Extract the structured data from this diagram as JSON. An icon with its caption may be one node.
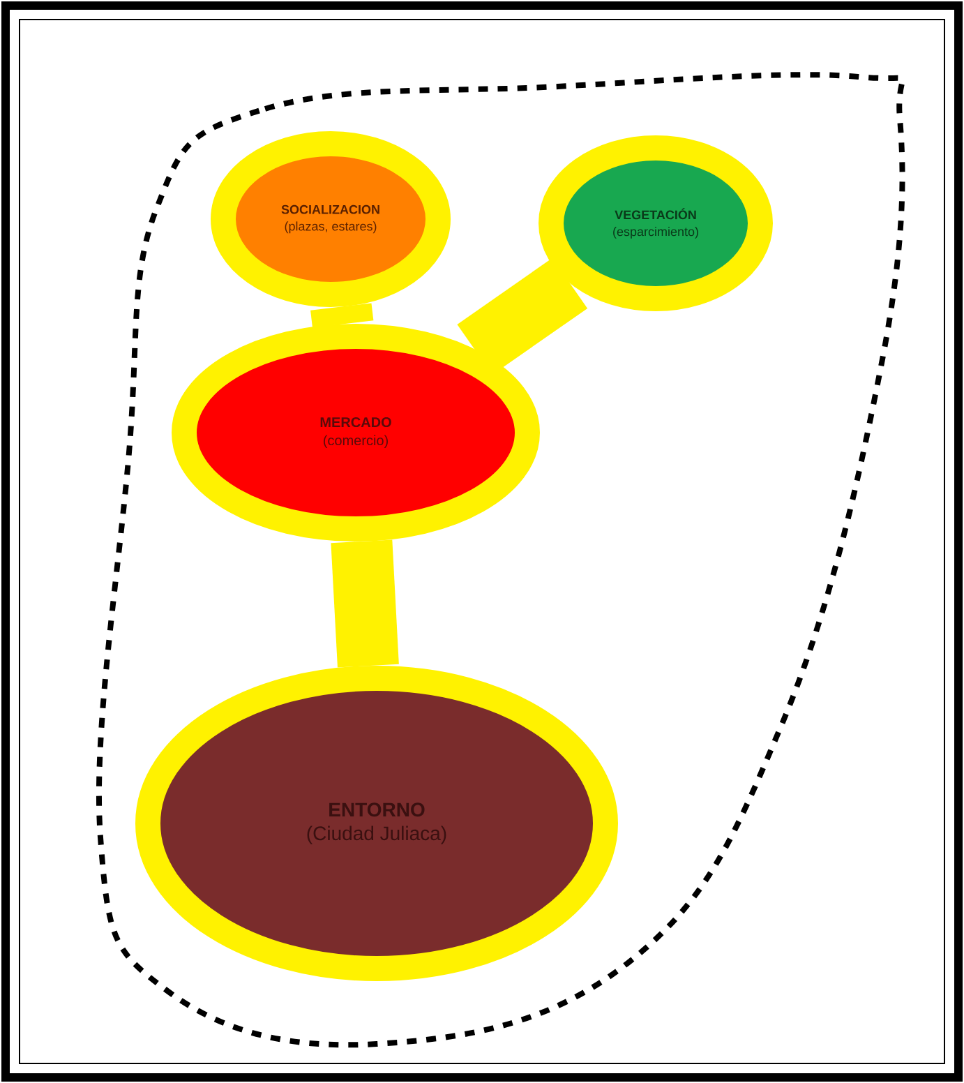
{
  "diagram": {
    "nodes": [
      {
        "text": [
          "SOCIALIZACION",
          "(plazas, estares)"
        ]
      },
      {
        "text": [
          "VEGETACIÓN",
          "(esparcimiento)"
        ]
      },
      {
        "text": [
          "MERCADO",
          "(comercio)"
        ]
      },
      {
        "text": [
          "ENTORNO",
          "(Ciudad Juliaca)"
        ]
      }
    ],
    "edges": [
      {
        "from": 2,
        "to": 0,
        "arrow": "none"
      },
      {
        "from": 2,
        "to": 1,
        "arrow": "none"
      },
      {
        "from": 2,
        "to": 3,
        "arrow": "none"
      }
    ]
  }
}
